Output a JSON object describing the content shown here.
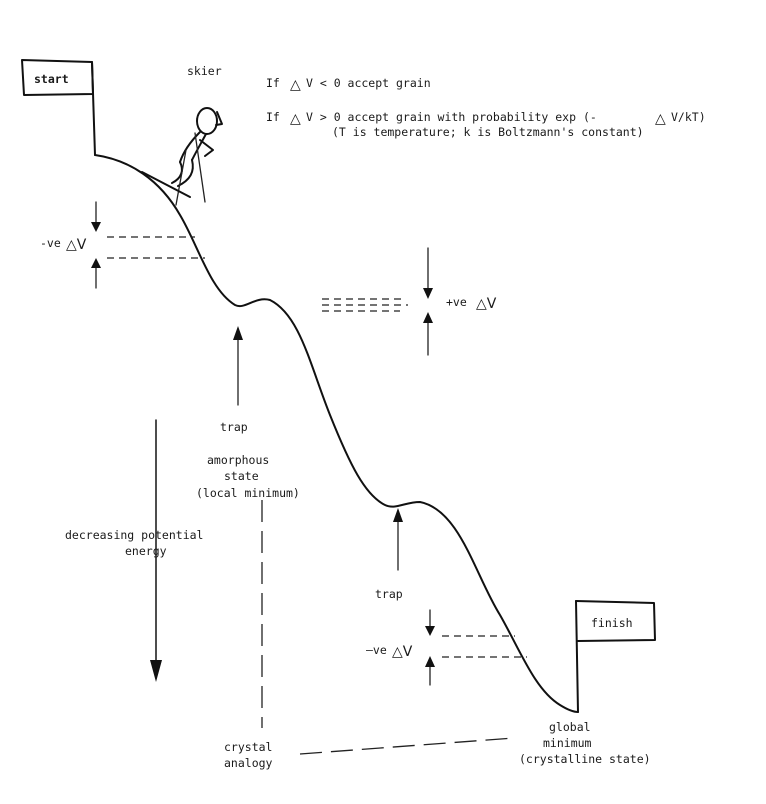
{
  "labels": {
    "start": "start",
    "skier": "skier",
    "finish": "finish",
    "neg_dv_top_prefix": "-ve",
    "pos_dv_prefix": "+ve",
    "neg_dv_bottom_prefix": "–ve",
    "dv_symbol": "△V",
    "trap_1": "trap",
    "trap_2": "trap",
    "amorphous_line1": "amorphous",
    "amorphous_line2": "state",
    "amorphous_line3": "(local minimum)",
    "decreasing_line1": "decreasing potential",
    "decreasing_line2": "energy",
    "crystal_line1": "crystal",
    "crystal_line2": "analogy",
    "global_line1": "global",
    "global_line2": "minimum",
    "global_line3": "(crystalline state)"
  },
  "rules": {
    "rule1_a": "If",
    "rule1_b": "V < 0 accept grain",
    "rule2_a": "If",
    "rule2_b": "V > 0 accept grain with probability exp (-",
    "rule2_c": "V/kT)",
    "rule3": "(T is temperature; k is Boltzmann's constant)",
    "delta": "△"
  }
}
